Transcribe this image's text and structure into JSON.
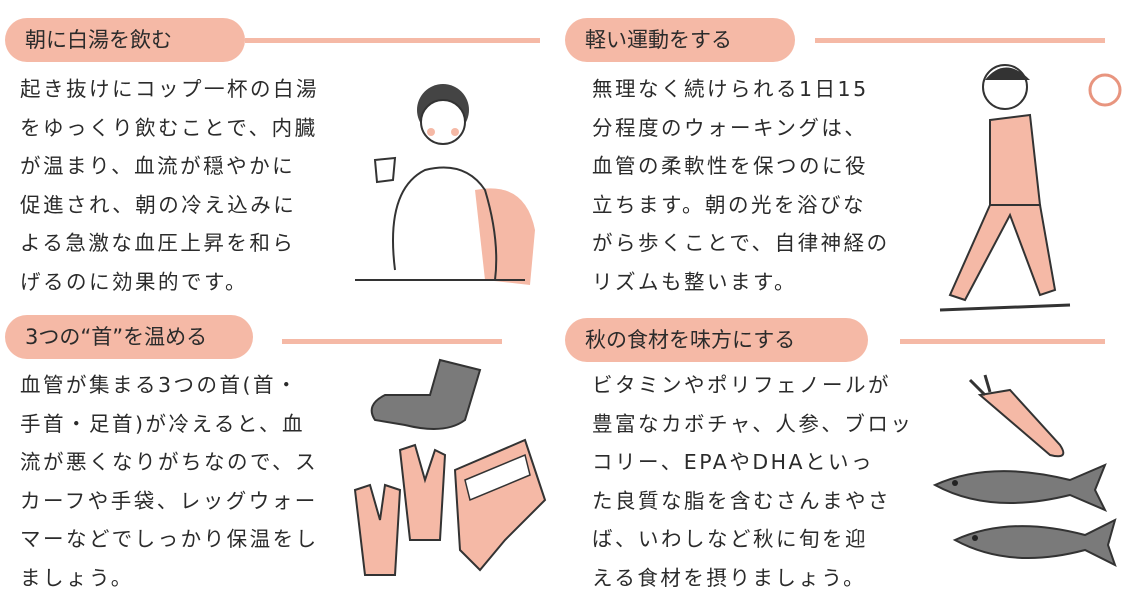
{
  "sections": [
    {
      "title": "朝に白湯を飲む",
      "lines": [
        "起き抜けにコップ一杯の白湯",
        "をゆっくり飲むことで、内臓",
        "が温まり、血流が穏やかに",
        "促進され、朝の冷え込みに",
        "よる急激な血圧上昇を和ら",
        "げるのに効果的です。"
      ]
    },
    {
      "title": "軽い運動をする",
      "lines": [
        "無理なく続けられる1日15",
        "分程度のウォーキングは、",
        "血管の柔軟性を保つのに役",
        "立ちます。朝の光を浴びな",
        "がら歩くことで、自律神経の",
        "リズムも整います。"
      ]
    },
    {
      "title": "3つの“首”を温める",
      "lines": [
        "血管が集まる3つの首(首・",
        "手首・足首)が冷えると、血",
        "流が悪くなりがちなので、ス",
        "カーフや手袋、レッグウォー",
        "マーなどでしっかり保温をし",
        "ましょう。"
      ]
    },
    {
      "title": "秋の食材を味方にする",
      "lines": [
        "ビタミンやポリフェノールが",
        "豊富なカボチャ、人参、ブロッ",
        "コリー、EPAやDHAといっ",
        "た良質な脂を含むさんまやさ",
        "ば、いわしなど秋に旬を迎",
        "える食材を摂りましょう。"
      ]
    }
  ],
  "colors": {
    "accent": "#f5b9a6",
    "text": "#2b2b2b",
    "gray": "#7a7a7a"
  }
}
